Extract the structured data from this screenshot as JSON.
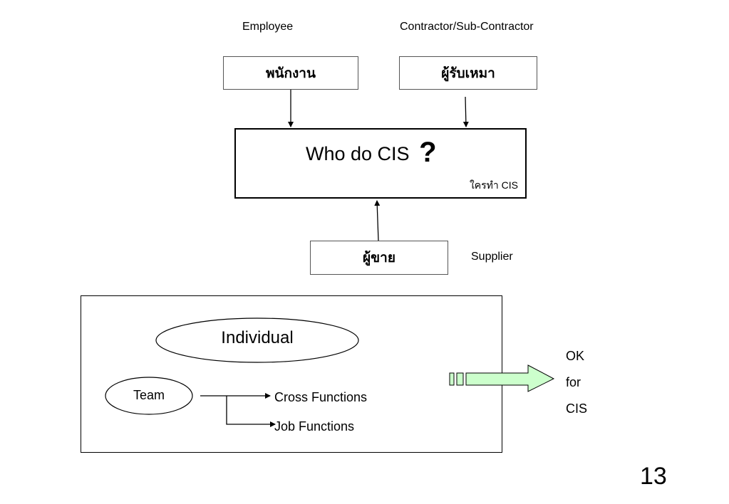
{
  "top_labels": {
    "employee": "Employee",
    "contractor": "Contractor/Sub-Contractor",
    "supplier": "Supplier"
  },
  "boxes": {
    "employee_thai": "พนักงาน",
    "contractor_thai": "ผู้รับเหมา",
    "supplier_thai": "ผู้ขาย"
  },
  "main": {
    "title": "Who do CIS",
    "question_mark": "?",
    "subtitle_thai": "ใครทำ CIS"
  },
  "lower": {
    "individual": "Individual",
    "team": "Team",
    "cross_functions": "Cross Functions",
    "job_functions": "Job Functions"
  },
  "result": {
    "line1": "OK",
    "line2": "for",
    "line3": "CIS",
    "arrow_color": "#ccffcc"
  },
  "page_number": "13"
}
